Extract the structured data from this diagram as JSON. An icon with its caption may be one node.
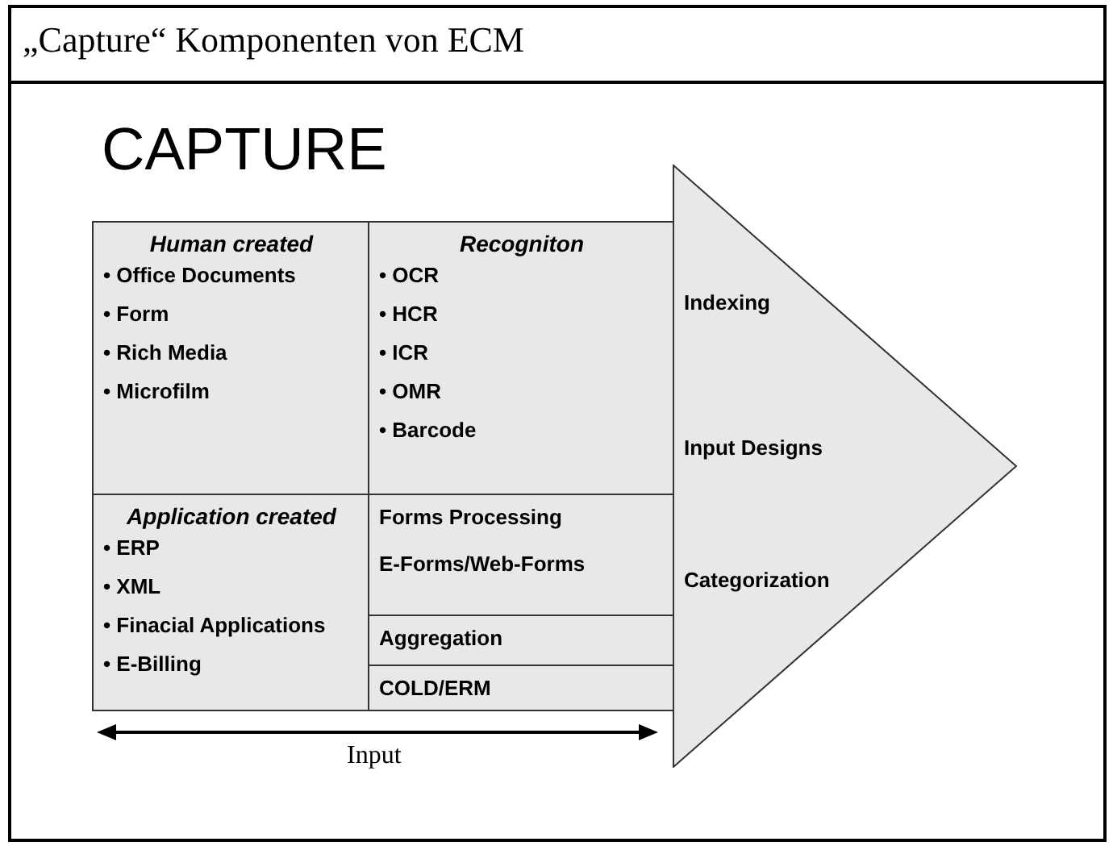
{
  "diagram": {
    "title": "„Capture“ Komponenten von ECM",
    "nodes": [
      {
        "text": [
          "Human created",
          "• Office Documents",
          "• Form",
          "• Rich Media",
          "• Microfilm"
        ]
      },
      {
        "text": [
          "Recogniton",
          "• OCR",
          "• HCR",
          "• ICR",
          "• OMR",
          "• Barcode"
        ]
      },
      {
        "text": [
          "Application created",
          "• ERP",
          "• XML",
          "• Finacial Applications",
          "• E-Billing"
        ]
      },
      {
        "text": [
          "Forms Processing",
          "E-Forms/Web-Forms"
        ]
      },
      {
        "text": [
          "Aggregation"
        ]
      },
      {
        "text": [
          "COLD/ERM"
        ]
      },
      {
        "text": [
          "Indexing",
          "Input Designs",
          "Categorization"
        ]
      }
    ],
    "edges": [],
    "labels": [
      "CAPTURE",
      "Input"
    ]
  }
}
